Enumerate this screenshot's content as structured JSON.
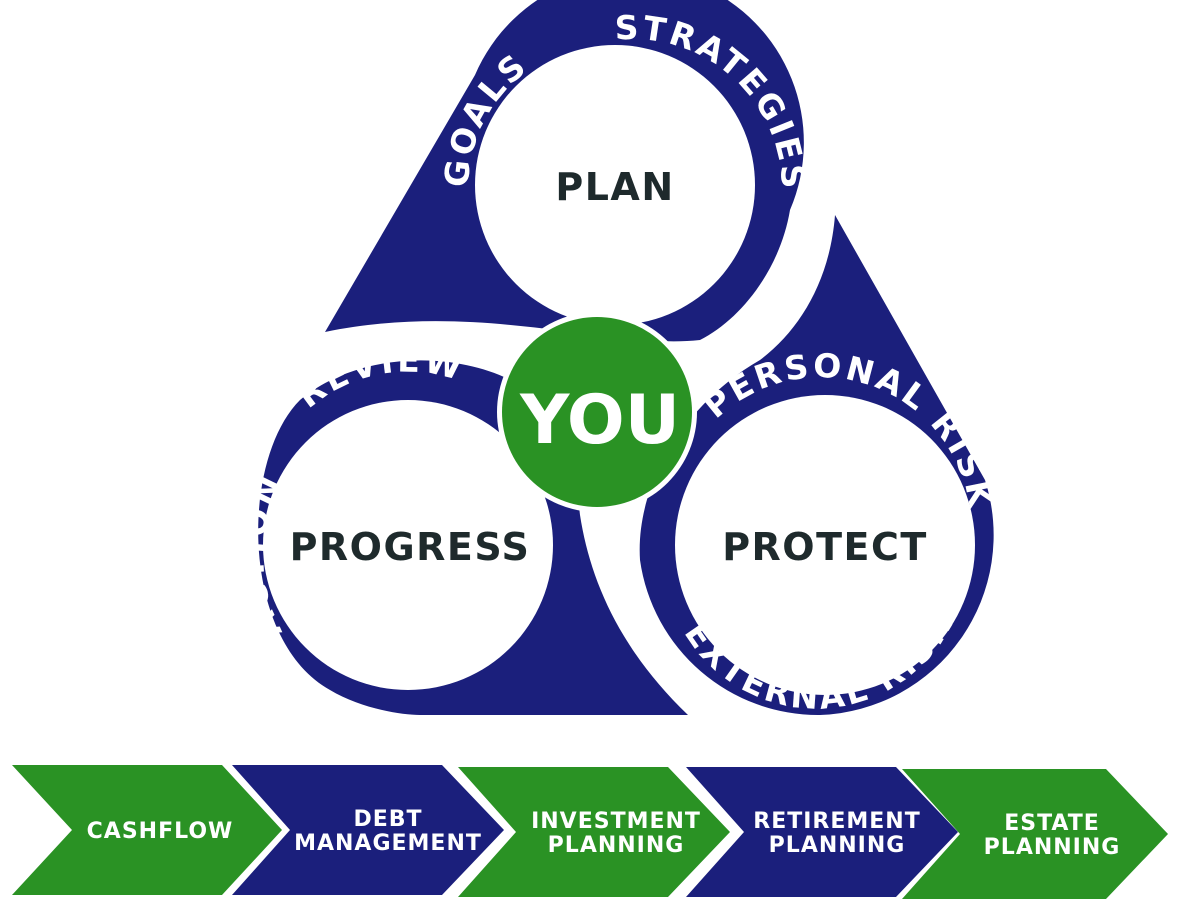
{
  "colors": {
    "navy": "#1b1f7c",
    "green": "#2a9224",
    "white": "#ffffff",
    "dark_text": "#1e2a2c"
  },
  "center": {
    "label": "YOU"
  },
  "circles": {
    "plan": {
      "label": "PLAN",
      "ring_labels": [
        "GOALS",
        "STRATEGIES"
      ]
    },
    "progress": {
      "label": "PROGRESS",
      "ring_labels": [
        "REVIEW",
        "ACTION"
      ]
    },
    "protect": {
      "label": "PROTECT",
      "ring_labels": [
        "PERSONAL RISKS",
        "EXTERNAL RISKS"
      ]
    }
  },
  "steps": [
    {
      "lines": [
        "CASHFLOW"
      ],
      "color": "green"
    },
    {
      "lines": [
        "DEBT",
        "MANAGEMENT"
      ],
      "color": "navy"
    },
    {
      "lines": [
        "INVESTMENT",
        "PLANNING"
      ],
      "color": "green"
    },
    {
      "lines": [
        "RETIREMENT",
        "PLANNING"
      ],
      "color": "navy"
    },
    {
      "lines": [
        "ESTATE",
        "PLANNING"
      ],
      "color": "green"
    }
  ]
}
